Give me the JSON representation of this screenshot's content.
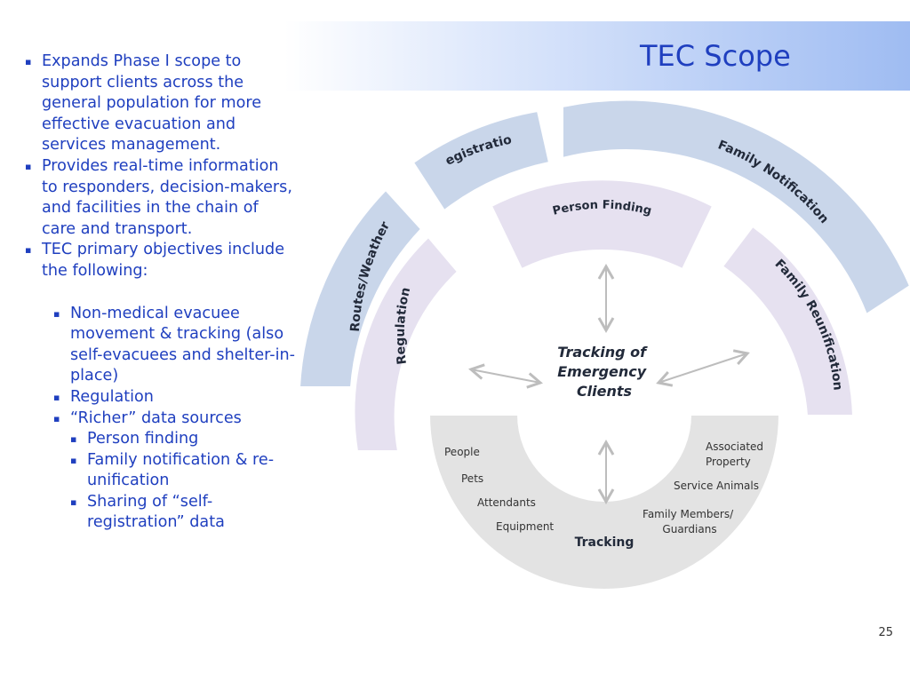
{
  "slide": {
    "title": "TEC Scope",
    "page_number": "25"
  },
  "bullets": {
    "b1": "Expands Phase I scope to support clients across the general population for more effective evacuation and services management.",
    "b2": "Provides real-time information to responders, decision-makers, and facilities in the chain of care and transport.",
    "b3": "TEC primary objectives include the following:",
    "s1": "Non-medical evacuee movement & tracking (also self-evacuees and shelter-in-place)",
    "s2": "Regulation",
    "s3": "“Richer” data sources",
    "t1": "Person finding",
    "t2": "Family notification & re-unification",
    "t3": "Sharing of “self-registration” data",
    "marker": "▪"
  },
  "diagram": {
    "outer_left": "Routes/Weather",
    "outer_top": "Registration",
    "outer_right": "Family Notification",
    "inner_left": "Regulation",
    "inner_top": "Person Finding",
    "inner_right": "Family Reunification",
    "center_line1": "Tracking of",
    "center_line2": "Emergency",
    "center_line3": "Clients",
    "tracking": {
      "label": "Tracking",
      "people": "People",
      "pets": "Pets",
      "attendants": "Attendants",
      "equipment": "Equipment",
      "assoc_line1": "Associated",
      "assoc_line2": "Property",
      "service_animals": "Service Animals",
      "family_line1": "Family Members/",
      "family_line2": "Guardians"
    },
    "colors": {
      "outer_fill": "#c9d6ea",
      "inner_fill": "#e6e1f0",
      "tracking_fill": "#e3e3e3",
      "text": "#222a3a"
    }
  }
}
